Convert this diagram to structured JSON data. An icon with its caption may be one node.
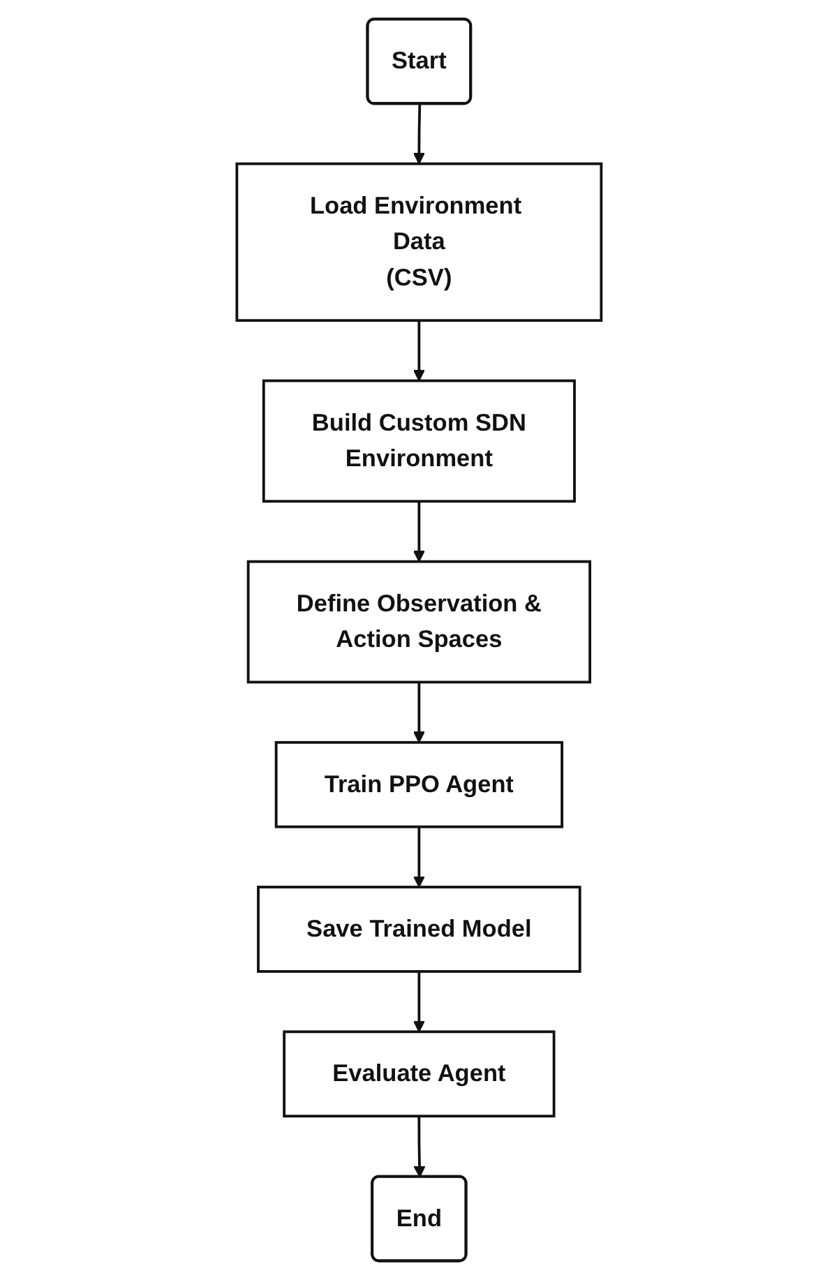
{
  "diagram": {
    "nodes": [
      {
        "text": [
          "Start"
        ]
      },
      {
        "text": [
          "Load Environment Data (CSV)"
        ]
      },
      {
        "text": [
          "Build Custom SDN Environment"
        ]
      },
      {
        "text": [
          "Define Observation & Action Spaces"
        ]
      },
      {
        "text": [
          "Train PPO Agent"
        ]
      },
      {
        "text": [
          "Save Trained Model"
        ]
      },
      {
        "text": [
          "Evaluate Agent"
        ]
      },
      {
        "text": [
          "End"
        ]
      }
    ],
    "edges": [
      {
        "from": 0,
        "to": 1,
        "arrow": "to"
      },
      {
        "from": 1,
        "to": 2,
        "arrow": "to"
      },
      {
        "from": 2,
        "to": 3,
        "arrow": "to"
      },
      {
        "from": 3,
        "to": 4,
        "arrow": "to"
      },
      {
        "from": 4,
        "to": 5,
        "arrow": "to"
      },
      {
        "from": 5,
        "to": 6,
        "arrow": "to"
      },
      {
        "from": 6,
        "to": 7,
        "arrow": "to"
      }
    ]
  }
}
